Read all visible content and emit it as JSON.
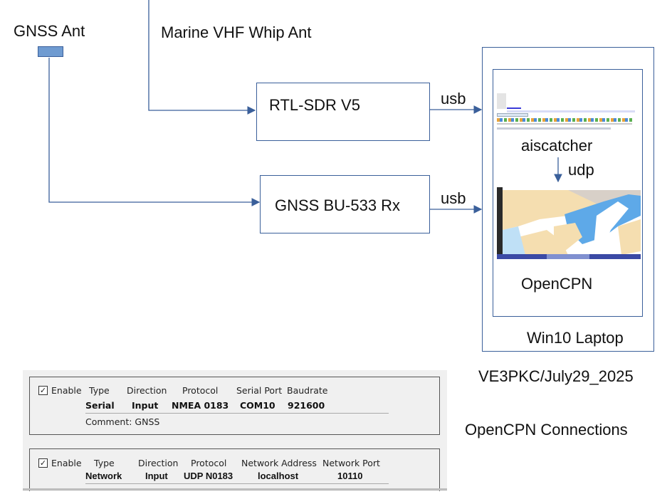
{
  "diagram": {
    "gnss_antenna_label": "GNSS Ant",
    "vhf_antenna_label": "Marine VHF Whip Ant",
    "rtl_sdr_label": "RTL-SDR V5",
    "gnss_receiver_label": "GNSS BU-533 Rx",
    "usb_label_top": "usb",
    "usb_label_bottom": "usb",
    "aiscatcher_label": "aiscatcher",
    "udp_label": "udp",
    "opencpn_label": "OpenCPN",
    "laptop_label": "Win10 Laptop",
    "credit": "VE3PKC/July29_2025",
    "connections_caption": "OpenCPN Connections",
    "colors": {
      "line": "#3a5f9a",
      "antenna_fill": "#6f9bd1"
    }
  },
  "connections": [
    {
      "enabled": true,
      "enable_label": "Enable",
      "headers": [
        "Type",
        "Direction",
        "Protocol",
        "Serial Port",
        "Baudrate"
      ],
      "values": [
        "Serial",
        "Input",
        "NMEA 0183",
        "COM10",
        "921600"
      ],
      "comment": "Comment: GNSS"
    },
    {
      "enabled": true,
      "enable_label": "Enable",
      "headers": [
        "Type",
        "Direction",
        "Protocol",
        "Network Address",
        "Network Port"
      ],
      "values": [
        "Network",
        "Input",
        "UDP N0183",
        "localhost",
        "10110"
      ]
    }
  ]
}
